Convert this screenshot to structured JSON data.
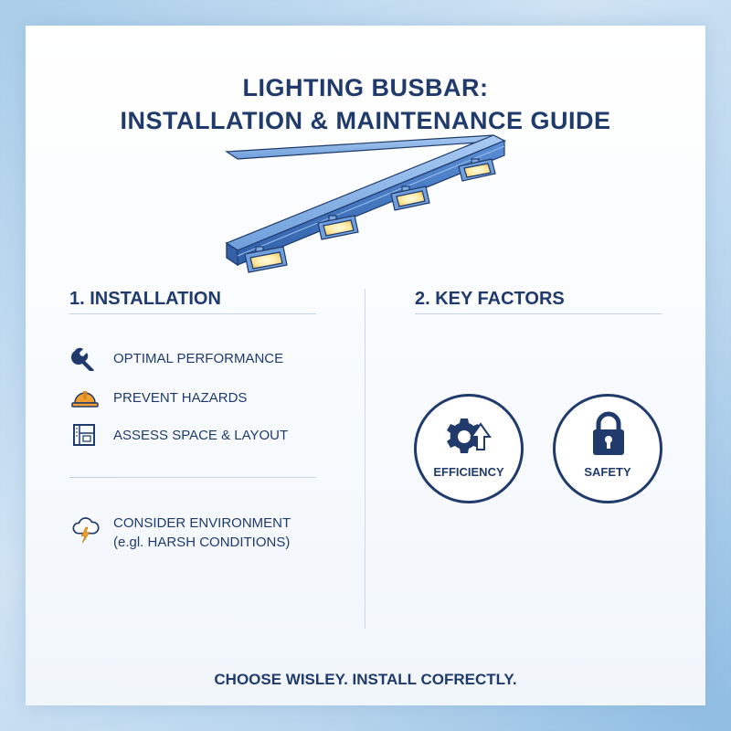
{
  "title": {
    "line1": "LIGHTING BUSBAR:",
    "line2": "INSTALLATION & MAINTENANCE GUIDE"
  },
  "installation": {
    "heading": "1. INSTALLATION",
    "items": [
      {
        "label": "OPTIMAL PERFORMANCE",
        "icon": "wrench-icon"
      },
      {
        "label": "PREVENT HAZARDS",
        "icon": "hard-hat-icon"
      },
      {
        "label": "ASSESS SPACE & LAYOUT",
        "icon": "floor-plan-icon"
      }
    ],
    "environment": {
      "line1": "CONSIDER ENVIRONMENT",
      "line2": "(e.gl. HARSH CONDITIONS)",
      "icon": "storm-cloud-icon"
    }
  },
  "key_factors": {
    "heading": "2. KEY FACTORS",
    "items": [
      {
        "label": "EFFICIENCY",
        "icon": "gear-arrow-icon"
      },
      {
        "label": "SAFETY",
        "icon": "padlock-icon"
      }
    ]
  },
  "footer": "CHOOSE WISLEY. INSTALL COFRECTLY.",
  "colors": {
    "navy": "#1f3a6b",
    "accent_orange": "#f0a030",
    "busbar_blue": "#4f86cf"
  }
}
